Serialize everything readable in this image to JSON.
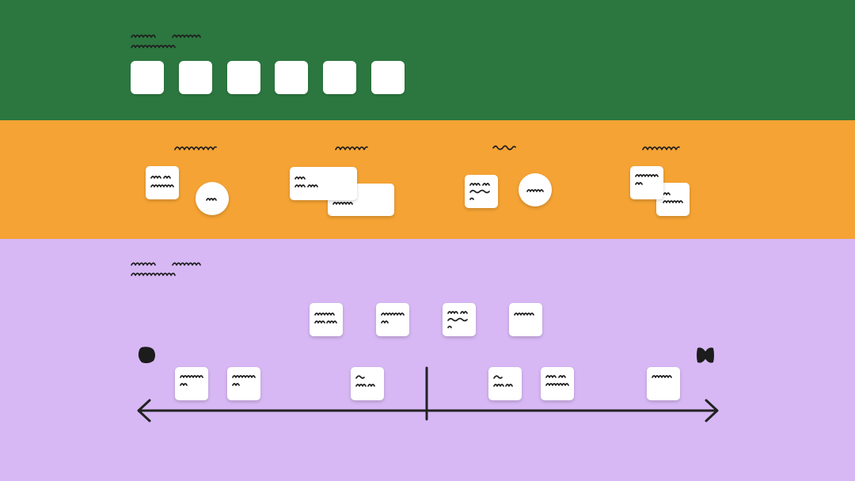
{
  "colors": {
    "top_band": "#2c773f",
    "middle_band": "#f5a334",
    "bottom_band": "#d7b8f4",
    "card": "#ffffff",
    "ink": "#222222"
  },
  "top_section": {
    "heading": "",
    "empty_card_count": 6
  },
  "middle_section": {
    "group_headings": [
      "",
      "",
      "",
      ""
    ],
    "groups": [
      {
        "shapes": [
          "square-note",
          "circle-note"
        ]
      },
      {
        "shapes": [
          "wide-note",
          "wide-note"
        ]
      },
      {
        "shapes": [
          "square-note",
          "circle-note"
        ]
      },
      {
        "shapes": [
          "square-note",
          "square-note"
        ]
      }
    ]
  },
  "bottom_section": {
    "heading": "",
    "above_timeline_note_count": 4,
    "left_of_center_note_count": 3,
    "right_of_center_note_count": 3,
    "left_marker_icon": "blob-icon",
    "right_marker_icon": "bowtie-icon",
    "timeline": "double-arrow-with-center-divider"
  }
}
